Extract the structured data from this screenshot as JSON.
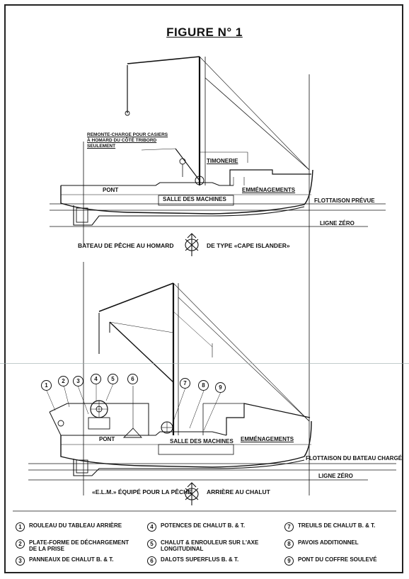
{
  "title": "FIGURE N° 1",
  "top_diagram": {
    "label_remonte": "REMONTE-CHARGE POUR CASIERS",
    "label_remonte_2": "À HOMARD DU CÔTÉ TRIBORD",
    "label_remonte_3": "SEULEMENT",
    "label_timonerie": "TIMONERIE",
    "label_pont": "PONT",
    "label_salle": "SALLE DES MACHINES",
    "label_emmenagements": "EMMÉNAGEMENTS",
    "label_flottaison": "FLOTTAISON PRÉVUE",
    "label_ligne_zero": "LIGNE ZÉRO",
    "caption_left": "BATEAU DE PÊCHE AU HOMARD",
    "caption_right": "DE TYPE «CAPE ISLANDER»"
  },
  "bottom_diagram": {
    "label_pont": "PONT",
    "label_salle": "SALLE DES MACHINES",
    "label_emmenagements": "EMMÉNAGEMENTS",
    "label_flottaison": "FLOTTAISON DU BATEAU CHARGÉ",
    "label_ligne_zero": "LIGNE ZÉRO",
    "caption_left": "«E.L.M.» ÉQUIPÉ POUR LA PÊCHE",
    "caption_right": "ARRIÈRE AU CHALUT",
    "callouts": [
      "1",
      "2",
      "3",
      "4",
      "5",
      "6",
      "7",
      "8",
      "9"
    ]
  },
  "legend": [
    {
      "num": "1",
      "text": "ROULEAU DU TABLEAU ARRIÈRE"
    },
    {
      "num": "2",
      "text": "PLATE-FORME DE DÉCHARGEMENT DE LA PRISE"
    },
    {
      "num": "3",
      "text": "PANNEAUX DE CHALUT B. & T."
    },
    {
      "num": "4",
      "text": "POTENCES DE CHALUT B. & T."
    },
    {
      "num": "5",
      "text": "CHALUT & ENROULEUR SUR L'AXE LONGITUDINAL"
    },
    {
      "num": "6",
      "text": "DALOTS SUPERFLUS B. & T."
    },
    {
      "num": "7",
      "text": "TREUILS DE CHALUT B. & T."
    },
    {
      "num": "8",
      "text": "PAVOIS ADDITIONNEL"
    },
    {
      "num": "9",
      "text": "PONT DU COFFRE SOULEVÉ"
    }
  ]
}
